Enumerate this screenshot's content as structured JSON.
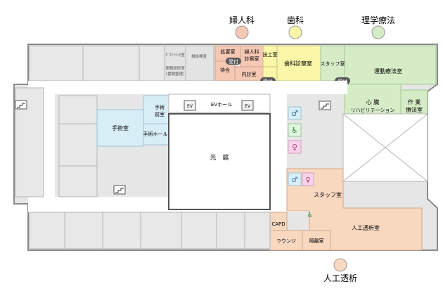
{
  "legend": {
    "gynecology": "婦人科",
    "dental": "歯科",
    "rehab": "理学療法",
    "dialysis": "人工透析"
  },
  "colors": {
    "gynecology": "#f5c8b4",
    "dental": "#fbf6a8",
    "rehab": "#d5ecc6",
    "dialysis": "#f9d8c0",
    "surgery": "#d7eef7",
    "reception": "#555555",
    "wall": "#8a8a8a",
    "corridor": "#ffffff",
    "building": "#e8e8e8"
  },
  "rooms": {
    "shochi": "処置室",
    "gyn_exam_1": "婦人科",
    "gyn_exam_2": "診察室",
    "machiai": "待合",
    "naishin": "内診室",
    "gishi": "技工室",
    "dental_exam": "歯科診察室",
    "staff_top": "スタッフ室",
    "undo": "運動療法室",
    "shinzo_1": "心 臓",
    "shinzo_2": "リハビリテーション",
    "sagyo_1": "作 業",
    "sagyo_2": "療法室",
    "surgery": "手術室",
    "pre_op_1": "手術",
    "pre_op_2": "前室",
    "surgery_hall": "手術ホール",
    "courtyard": "光　庭",
    "ev_hall": "EVホール",
    "staff_bottom": "スタッフ室",
    "dialysis_room": "人工透析室",
    "capd": "CAPD",
    "lounge": "ラウンジ",
    "kakuri": "隔離室",
    "small_1": "ｶﾞｽﾌｧｲﾝﾁ室",
    "small_2": "相談検査",
    "small_3": "実務研修室",
    "small_4": "(書類整理)",
    "ev": "EV"
  },
  "reception_label": "受付"
}
